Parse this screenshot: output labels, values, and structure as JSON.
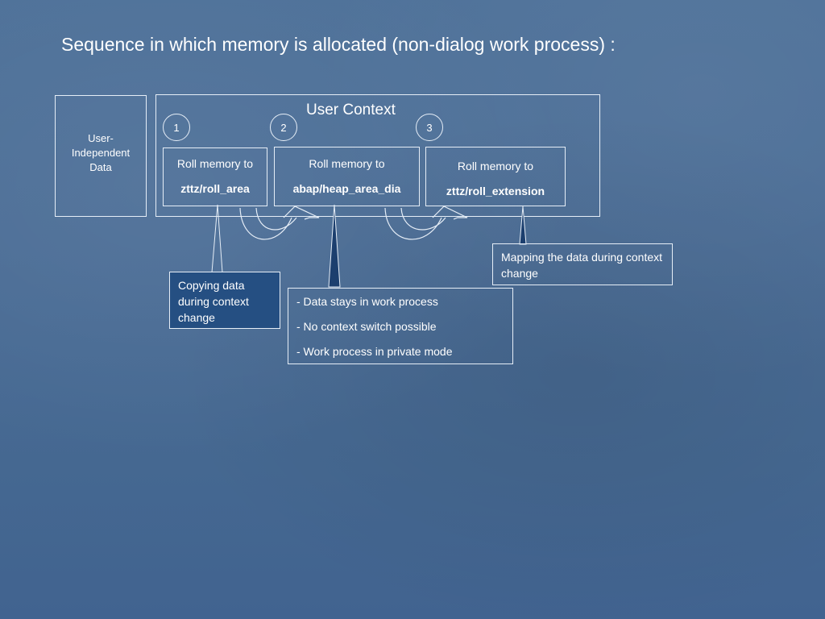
{
  "title": "Sequence in which memory is allocated (non-dialog work process) :",
  "user_independent": {
    "line1": "User-",
    "line2": "Independent",
    "line3": "Data"
  },
  "user_context": {
    "title": "User Context",
    "steps": [
      {
        "number": "1",
        "label": "Roll memory to",
        "target": "zttz/roll_area"
      },
      {
        "number": "2",
        "label": "Roll memory to",
        "target": "abap/heap_area_dia"
      },
      {
        "number": "3",
        "label": "Roll memory to",
        "target": "zttz/roll_extension"
      }
    ]
  },
  "callouts": {
    "copying": "Copying data during context change",
    "stays": [
      "- Data stays in work process",
      "- No context switch possible",
      "- Work process in private mode"
    ],
    "mapping": "Mapping the data during context change"
  }
}
